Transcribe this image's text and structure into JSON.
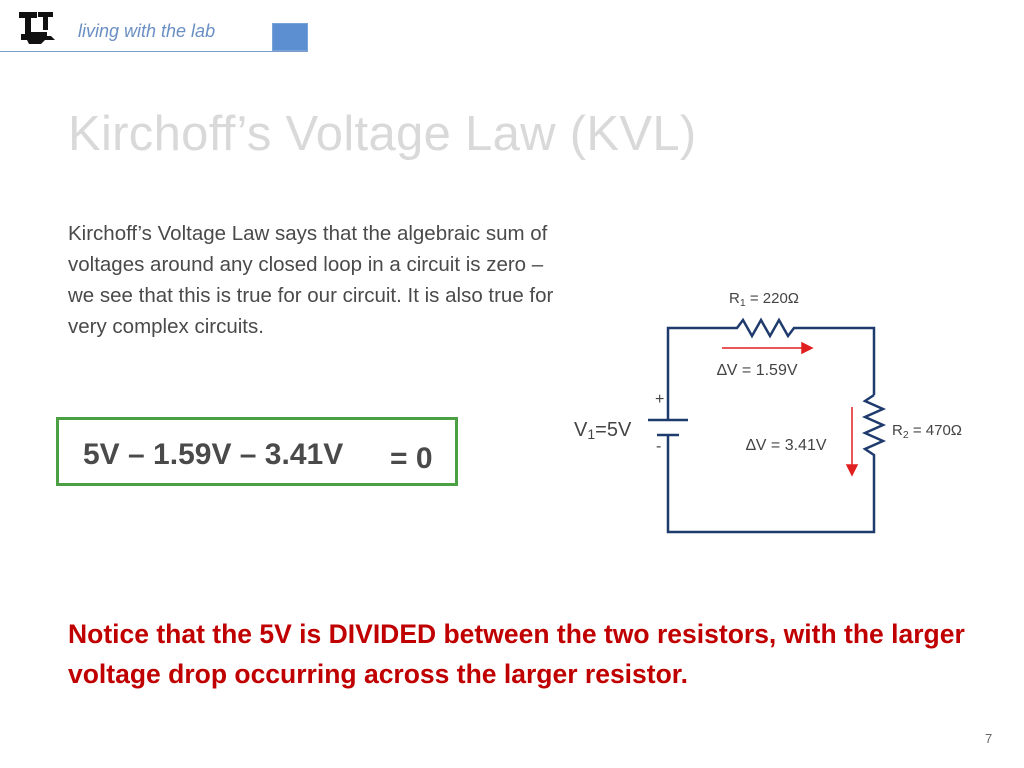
{
  "header": {
    "tagline": "living with the lab",
    "logo_icon": "louisiana-tech-logo"
  },
  "title": "Kirchoff’s Voltage Law (KVL)",
  "body": "Kirchoff’s Voltage Law says that the algebraic sum of voltages around any closed loop in a circuit is zero – we see that this is true for our circuit. It is also true for very complex circuits.",
  "equation": {
    "expression": "5V – 1.59V – 3.41V",
    "result": "= 0"
  },
  "circuit": {
    "r1_symbol": "R",
    "r1_sub": "1",
    "r1_value": " = 220Ω",
    "dv1": "∆V = 1.59V",
    "plus": "+",
    "minus": "-",
    "v1_symbol": "V",
    "v1_sub": "1",
    "v1_value": "=5V",
    "dv2": "∆V = 3.41V",
    "r2_symbol": "R",
    "r2_sub": "2",
    "r2_value": " = 470Ω"
  },
  "notice": "Notice that the 5V is DIVIDED between the two resistors, with the larger voltage drop occurring across the larger resistor.",
  "page_number": "7",
  "colors": {
    "wire": "#1f3b6e",
    "arrow": "#e02020",
    "notice": "#c00000",
    "box": "#4aa043",
    "title": "#d9d9d9"
  }
}
